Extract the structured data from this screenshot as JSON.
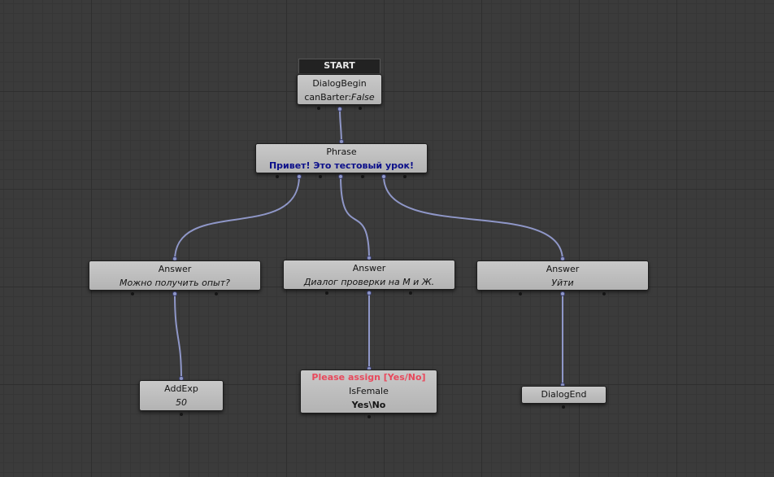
{
  "start_label": "START",
  "nodes": {
    "dialog_begin": {
      "title": "DialogBegin",
      "param_name": "canBarter:",
      "param_value": "False"
    },
    "phrase": {
      "title": "Phrase",
      "text": "Привет! Это тестовый урок!"
    },
    "answer_1": {
      "title": "Answer",
      "text": "Можно получить опыт?"
    },
    "answer_2": {
      "title": "Answer",
      "text": "Диалог проверки на М и Ж."
    },
    "answer_3": {
      "title": "Answer",
      "text": "Уйти"
    },
    "add_exp": {
      "title": "AddExp",
      "value": "50"
    },
    "is_female": {
      "warning": "Please assign [Yes/No]",
      "title": "IsFemale",
      "outputs": "Yes\\No"
    },
    "dialog_end": {
      "title": "DialogEnd"
    }
  },
  "colors": {
    "canvas": "#3b3b3b",
    "node": "#bdbdbd",
    "wire": "#8f97c8",
    "phrase_text": "#0b0f8a",
    "warning": "#e8495c",
    "start_bar": "#222222"
  }
}
